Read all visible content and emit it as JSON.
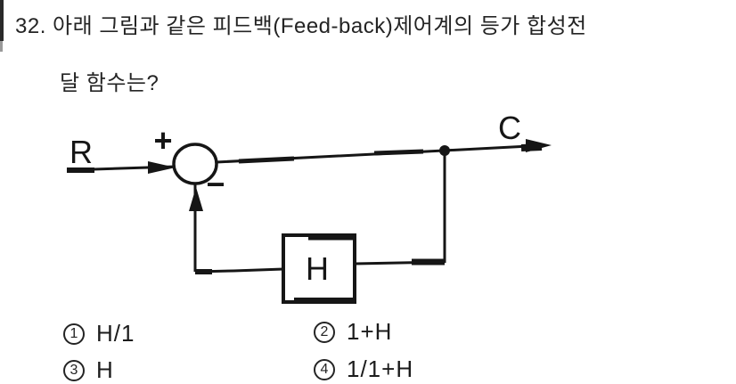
{
  "colors": {
    "ink": "#161616",
    "background": "#ffffff"
  },
  "question": {
    "line1": "32. 아래 그림과 같은 피드백(Feed-back)제어계의 등가 합성전",
    "line2": "달 함수는?"
  },
  "diagram": {
    "input_label": "R",
    "output_label": "C",
    "block_label": "H",
    "plus_sign": "+",
    "minus_sign": "−"
  },
  "choices": [
    {
      "number": "1",
      "label": "H/1"
    },
    {
      "number": "2",
      "label": "1+H"
    },
    {
      "number": "3",
      "label": "H"
    },
    {
      "number": "4",
      "label": "1/1+H"
    }
  ]
}
